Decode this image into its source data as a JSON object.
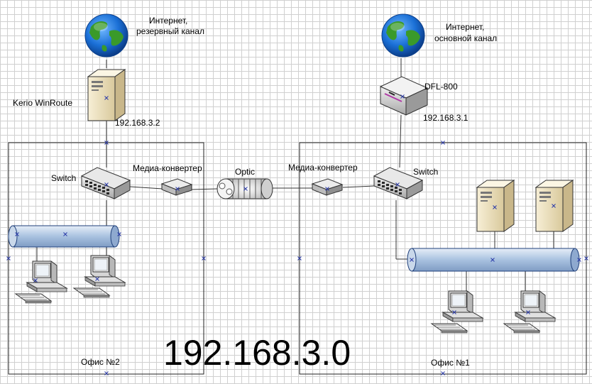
{
  "labels": {
    "internet_backup": [
      "Интернет,",
      "резервный канал"
    ],
    "internet_main": [
      "Интернет,",
      "основной канал"
    ],
    "kerio": "Kerio WinRoute",
    "kerio_ip": "192.168.3.2",
    "dfl": "DFL-800",
    "dfl_ip": "192.168.3.1",
    "switch_left": "Switch",
    "switch_right": "Switch",
    "media_left": "Медиа-конвертер",
    "media_right": "Медиа-конвертер",
    "optic": "Optic",
    "network": "192.168.3.0",
    "office_left": "Офис №2",
    "office_right": "Офис №1"
  },
  "colors": {
    "globe_ocean": "#1a6fd6",
    "globe_land": "#3a9a2a",
    "bus_fill": "#b8cde6",
    "device_beige": "#efe4c4",
    "device_gray": "#d8d8d8",
    "marker": "#2a3aa8"
  }
}
